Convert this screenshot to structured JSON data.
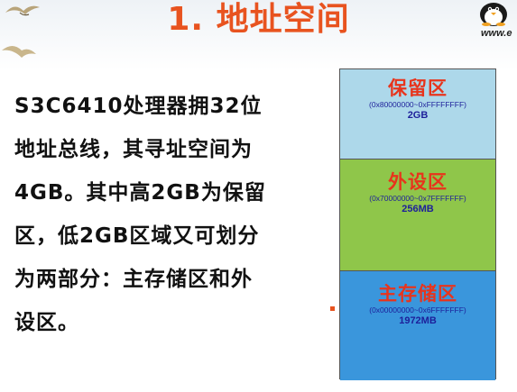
{
  "slide": {
    "title": "1. 地址空间",
    "site": "www.e",
    "body_lines": [
      "S3C6410处理器拥32位",
      "地址总线，其寻址空间为",
      "4GB。其中高2GB为保留",
      "区，低2GB区域又可划分",
      "为两部分：主存储区和外",
      "设区。"
    ]
  },
  "memory_map": {
    "regions": [
      {
        "name": "保留区",
        "range": "(0x80000000~0xFFFFFFFF)",
        "size": "2GB",
        "color": "#add8ea"
      },
      {
        "name": "外设区",
        "range": "(0x70000000~0x7FFFFFFF)",
        "size": "256MB",
        "color": "#8fc64a"
      },
      {
        "name": "主存储区",
        "range": "(0x00000000~0x6FFFFFFF)",
        "size": "1972MB",
        "color": "#3a96dc"
      }
    ]
  },
  "colors": {
    "title": "#e8531f",
    "region_name": "#e8341c",
    "region_detail": "#1d1f9a"
  }
}
